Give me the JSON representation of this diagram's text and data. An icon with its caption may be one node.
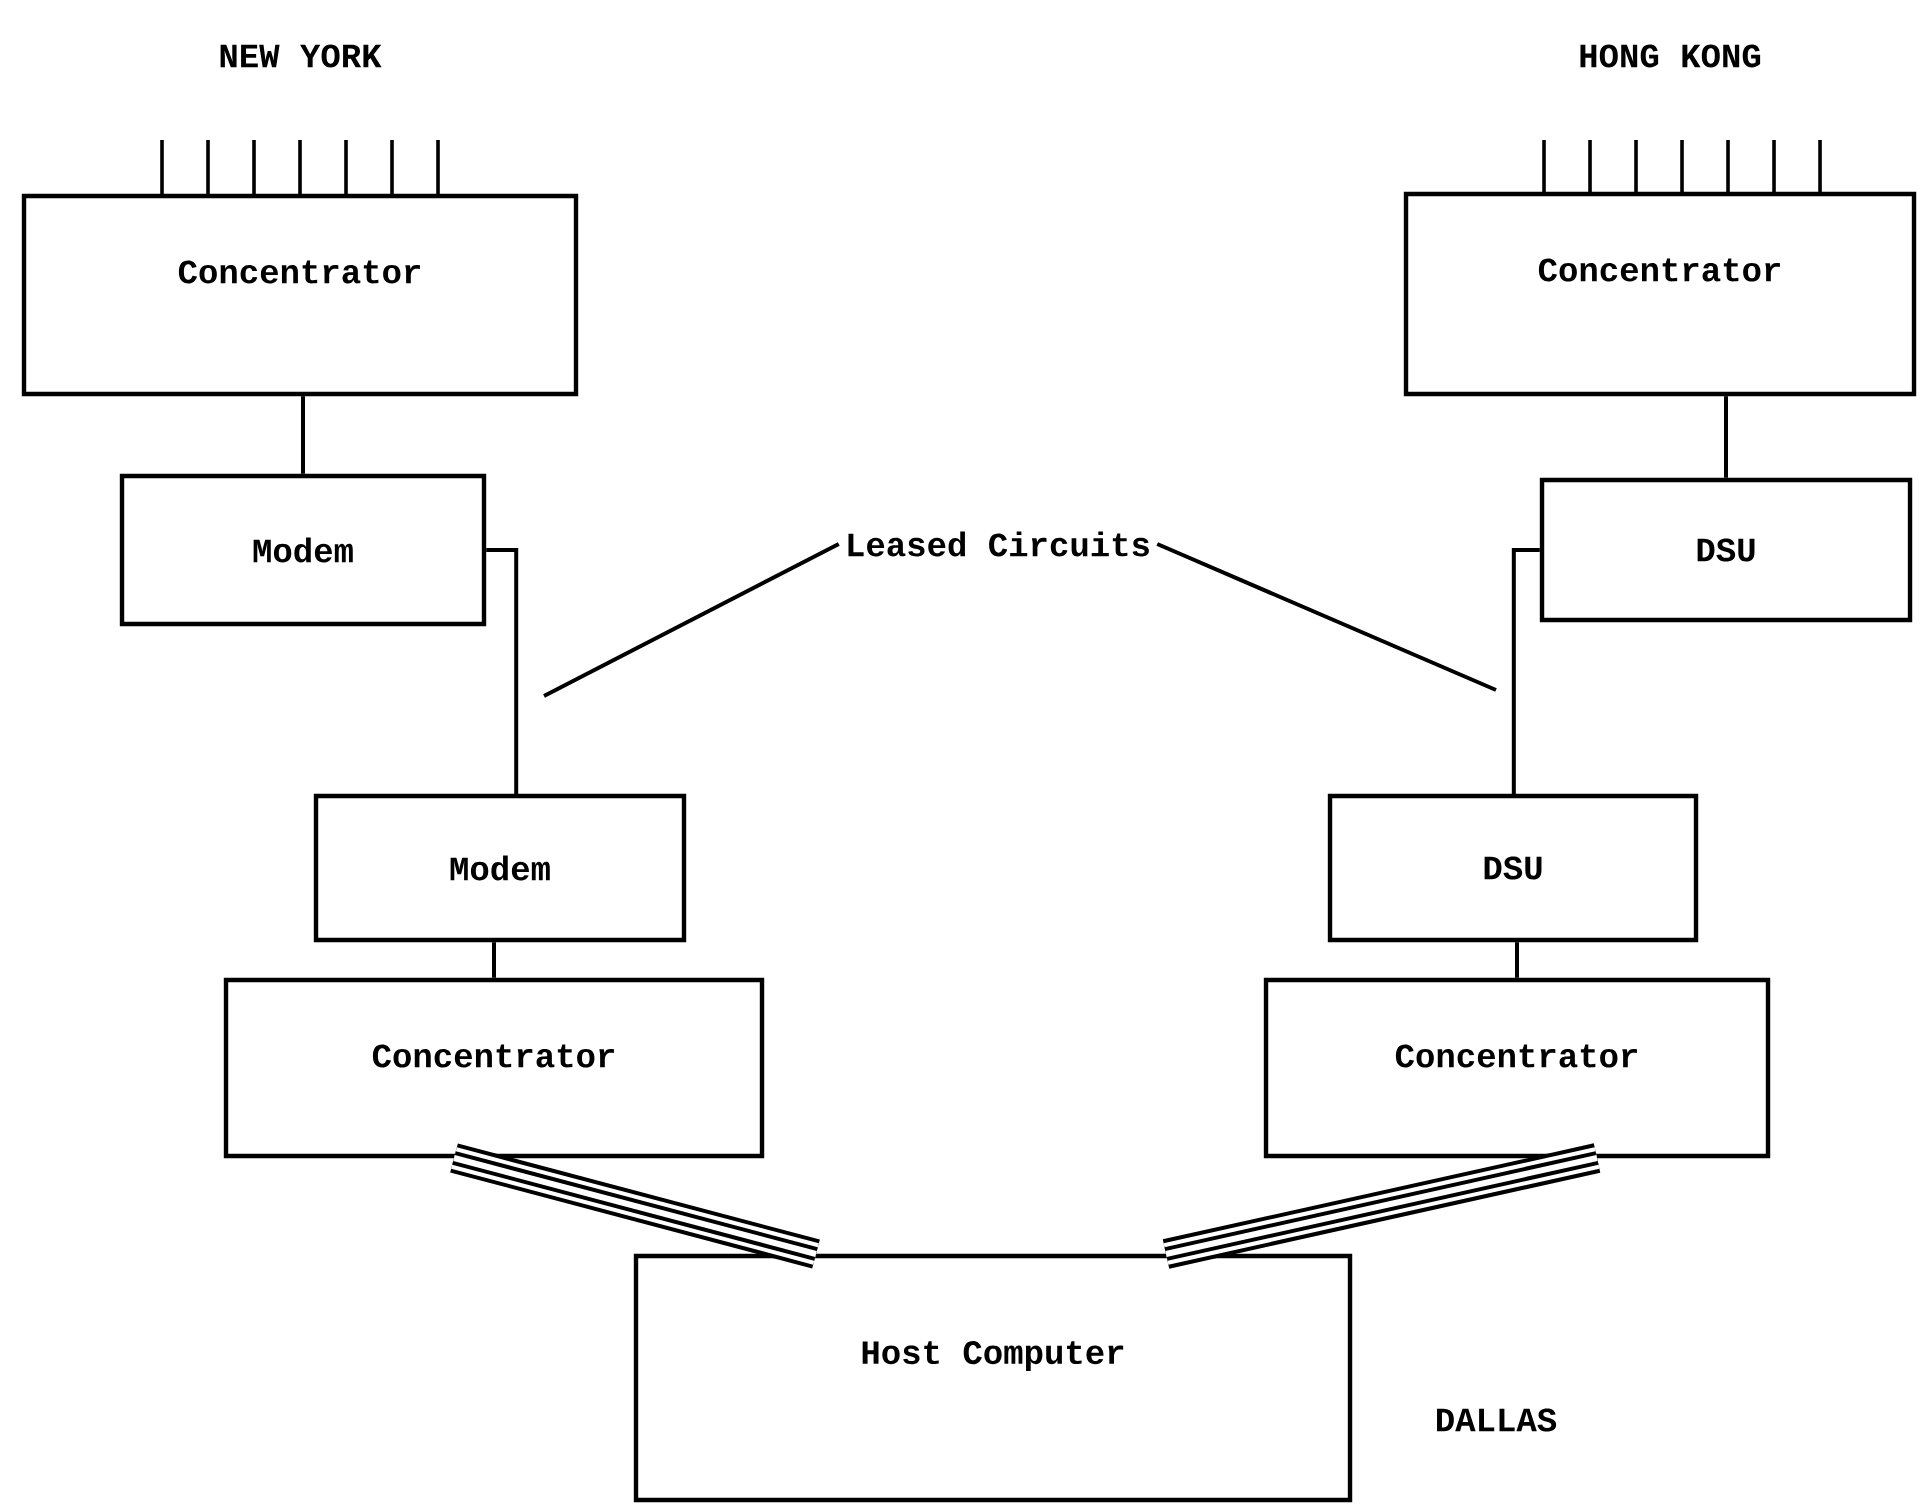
{
  "diagram": {
    "nodes": [
      {
        "text": [
          "Concentrator"
        ],
        "beside": [
          "NEW YORK"
        ]
      },
      {
        "text": [
          "Modem"
        ]
      },
      {
        "text": [
          "Modem"
        ]
      },
      {
        "text": [
          "Concentrator"
        ]
      },
      {
        "text": [
          "Concentrator"
        ],
        "beside": [
          "HONG KONG"
        ]
      },
      {
        "text": [
          "DSU"
        ]
      },
      {
        "text": [
          "DSU"
        ]
      },
      {
        "text": [
          "Concentrator"
        ]
      },
      {
        "text": [
          "Host Computer"
        ],
        "beside": [
          "DALLAS"
        ]
      },
      {
        "text": [
          "Leased Circuits"
        ]
      }
    ],
    "edges": [
      {
        "from": 0,
        "to": 1,
        "arrow": "none"
      },
      {
        "from": 1,
        "to": 2,
        "arrow": "none"
      },
      {
        "from": 2,
        "to": 3,
        "arrow": "none"
      },
      {
        "from": 4,
        "to": 5,
        "arrow": "none"
      },
      {
        "from": 5,
        "to": 6,
        "arrow": "none"
      },
      {
        "from": 6,
        "to": 7,
        "arrow": "none"
      },
      {
        "from": 3,
        "to": 8,
        "arrow": "none",
        "style": "thick"
      },
      {
        "from": 7,
        "to": 8,
        "arrow": "none",
        "style": "thick"
      },
      {
        "from": 9,
        "to": null,
        "arrow": "none"
      },
      {
        "from": 9,
        "to": null,
        "arrow": "none"
      }
    ]
  }
}
